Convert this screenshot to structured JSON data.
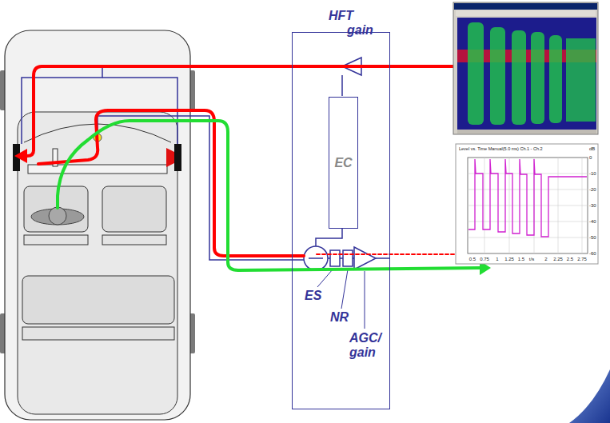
{
  "diagram": {
    "nodes": [
      {
        "text": [
          "HFT"
        ]
      },
      {
        "text": [
          "EC"
        ],
        "in": 0
      }
    ],
    "labels": [
      "gain",
      "ES",
      "NR",
      "AGC/ gain",
      "Level vs. Time Manual(5.0 ms) Ch.1 - Ch.2",
      "dB",
      "0",
      "-10",
      "-20",
      "-30",
      "-40",
      "-50",
      "-60",
      "0.5",
      "0.75",
      "1",
      "1.25",
      "1.5",
      "t/s",
      "2",
      "2.25",
      "2.5",
      "2.75"
    ]
  }
}
